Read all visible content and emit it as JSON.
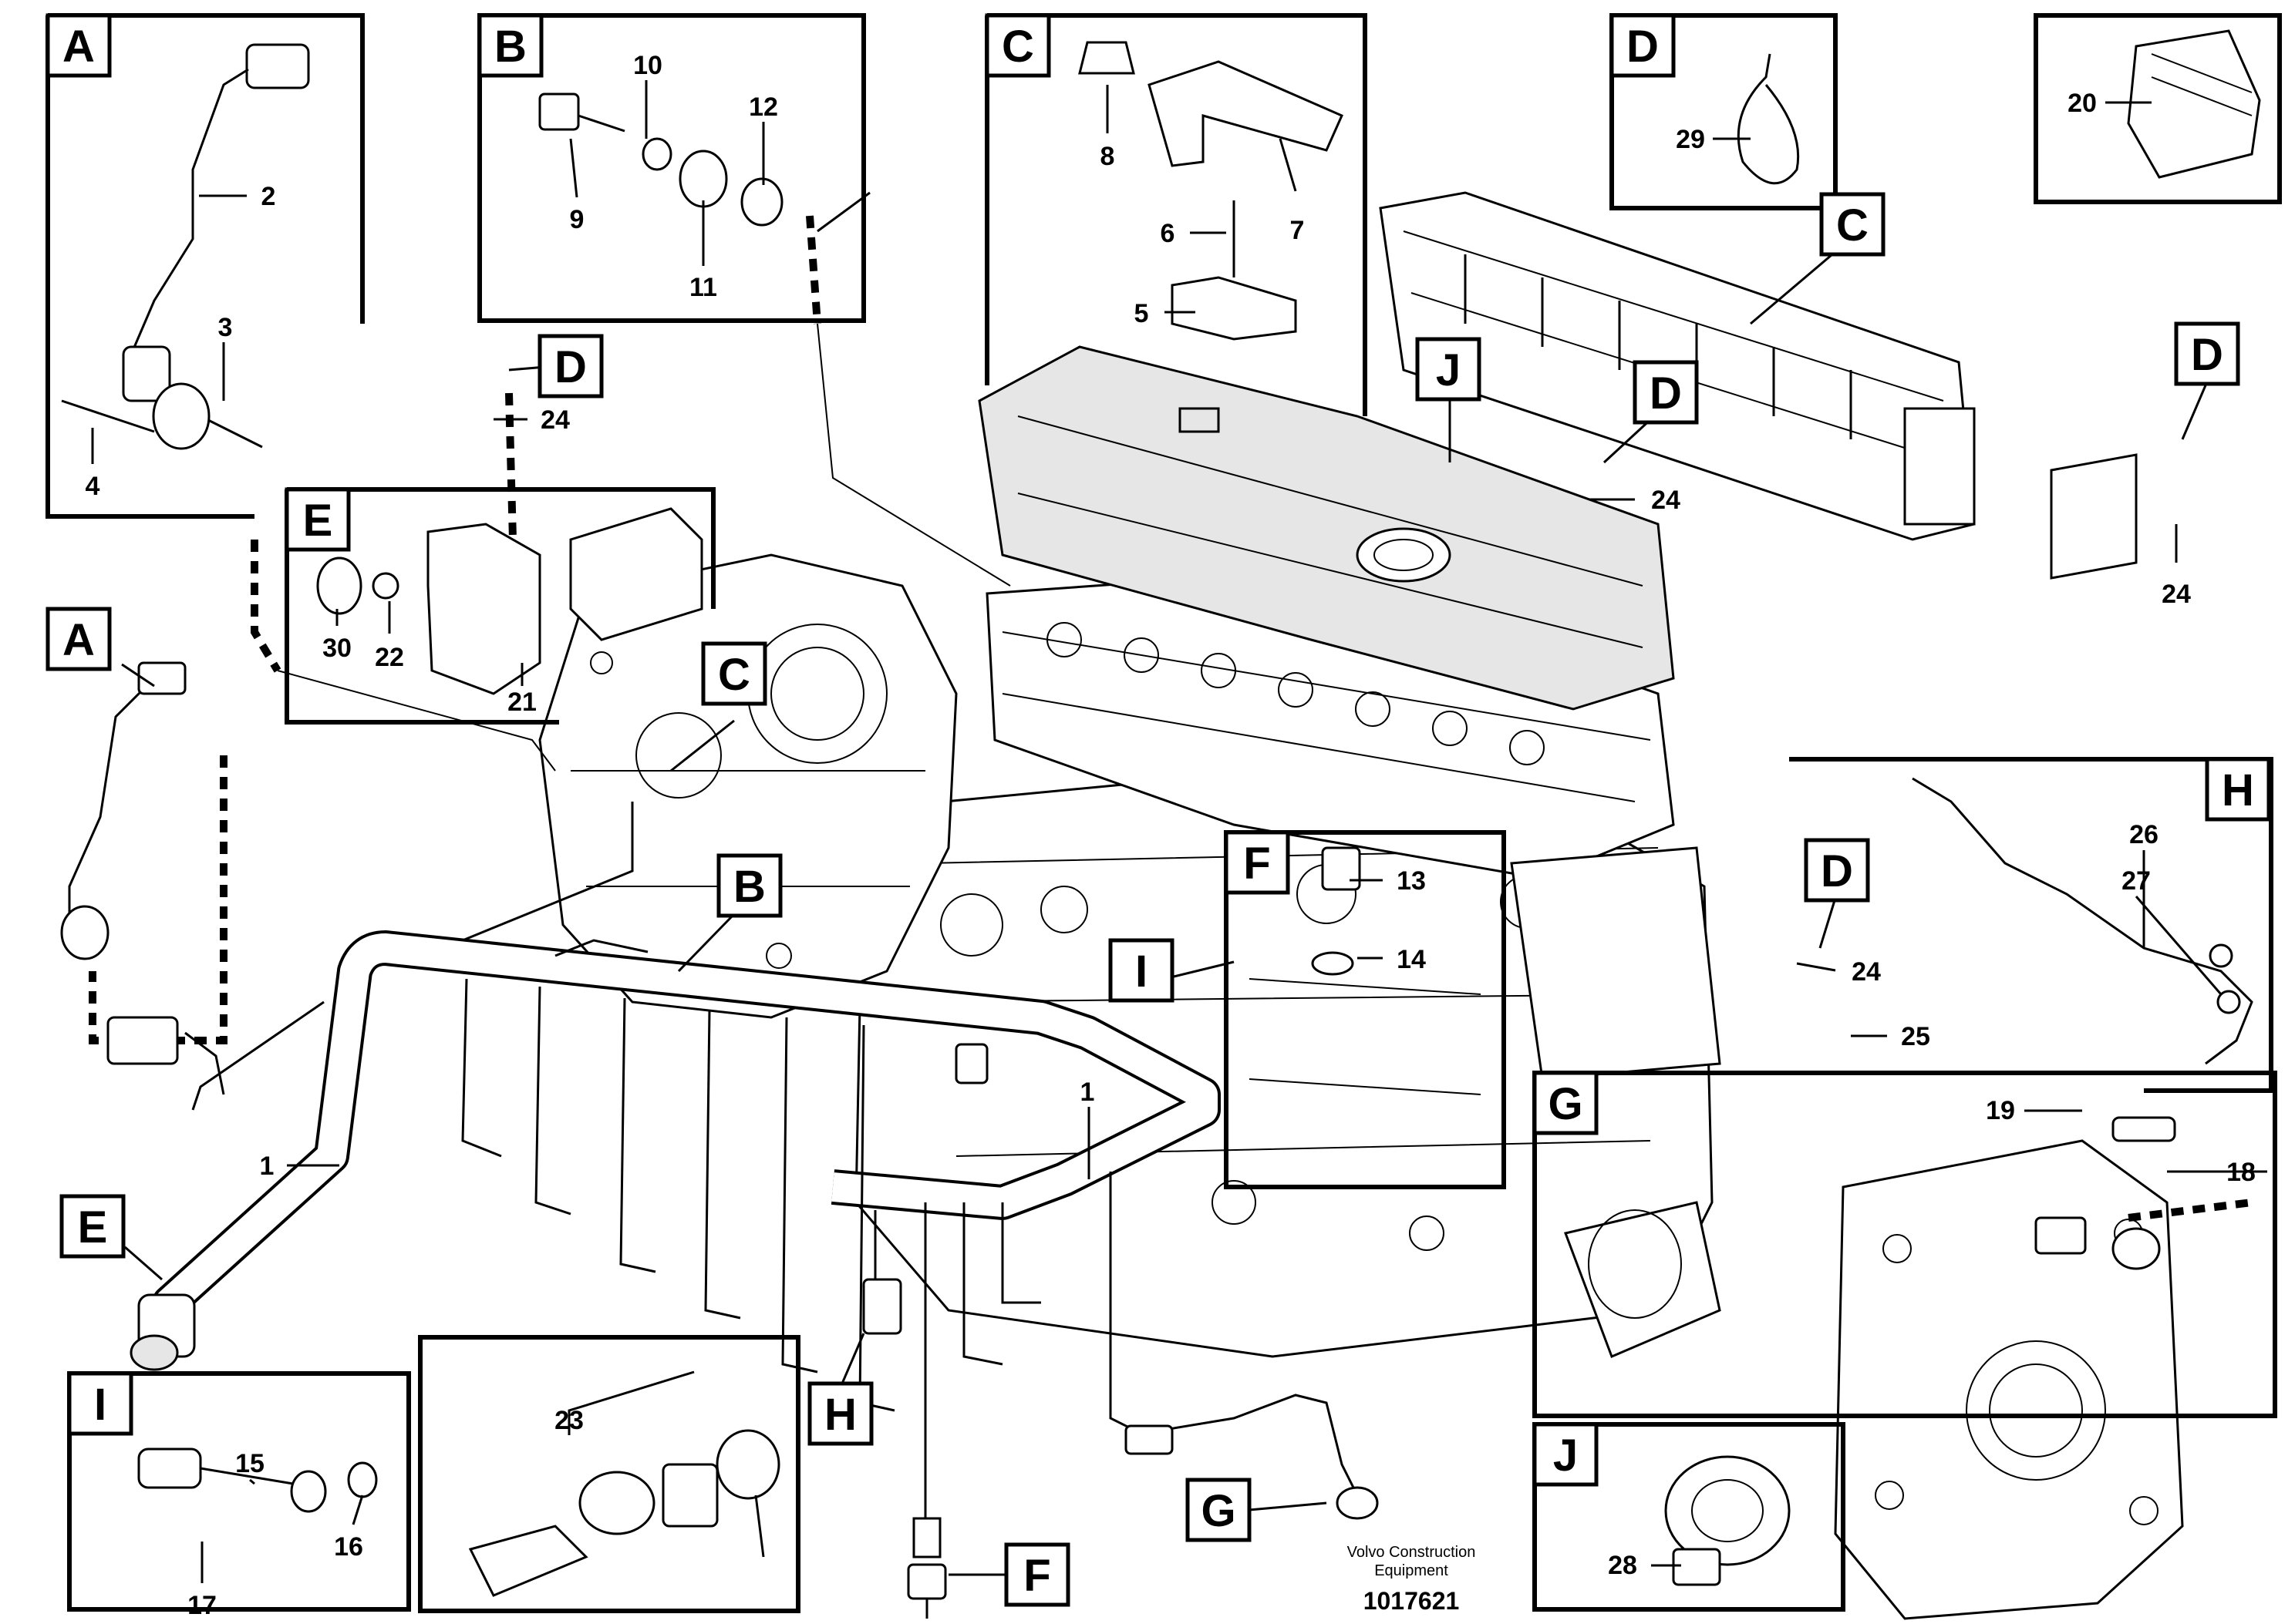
{
  "diagram": {
    "letters": {
      "A": "A",
      "B": "B",
      "C": "C",
      "D": "D",
      "E": "E",
      "F": "F",
      "G": "G",
      "H": "H",
      "I": "I",
      "J": "J"
    },
    "parts": {
      "p1": "1",
      "p2": "2",
      "p3": "3",
      "p4": "4",
      "p5": "5",
      "p6": "6",
      "p7": "7",
      "p8": "8",
      "p9": "9",
      "p10": "10",
      "p11": "11",
      "p12": "12",
      "p13": "13",
      "p14": "14",
      "p15": "15",
      "p16": "16",
      "p17": "17",
      "p18": "18",
      "p19": "19",
      "p20": "20",
      "p21": "21",
      "p22": "22",
      "p23": "23",
      "p24": "24",
      "p25": "25",
      "p26": "26",
      "p27": "27",
      "p28": "28",
      "p29": "29",
      "p30": "30"
    },
    "footer": {
      "brand_line1": "Volvo Construction",
      "brand_line2": "Equipment",
      "drawing_number": "1017621"
    }
  }
}
